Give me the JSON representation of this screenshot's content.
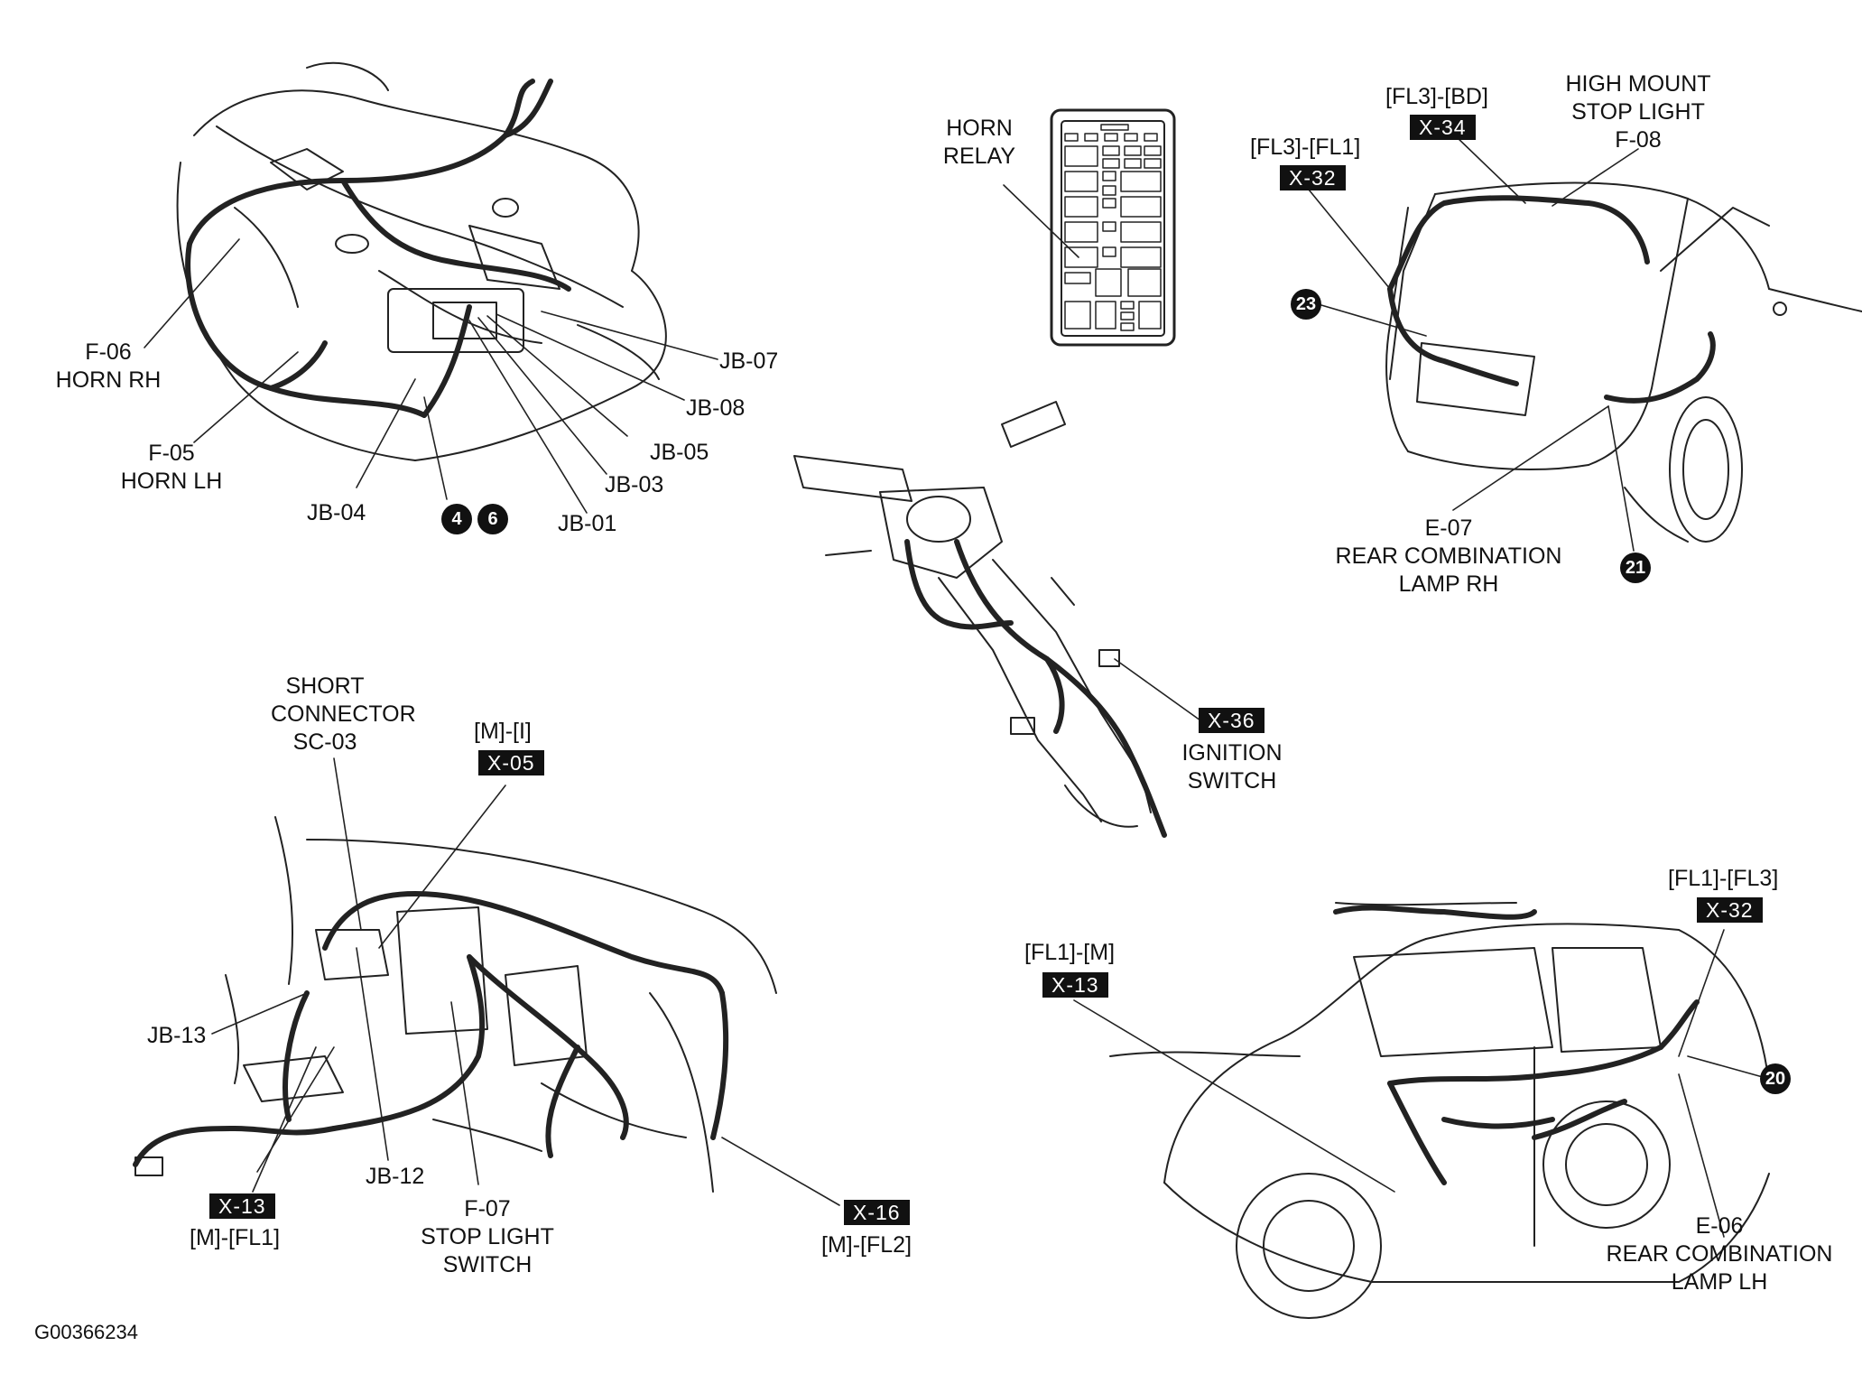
{
  "views": {
    "engine_bay": {
      "labels": {
        "f06": [
          "F-06",
          "HORN RH"
        ],
        "f05": [
          "F-05",
          "HORN LH"
        ],
        "jb04": "JB-04",
        "jb01": "JB-01",
        "jb03": "JB-03",
        "jb05": "JB-05",
        "jb08": "JB-08",
        "jb07": "JB-07"
      },
      "markers": [
        "4",
        "6"
      ]
    },
    "fuse_box": {
      "label": [
        "HORN",
        "RELAY"
      ]
    },
    "rear_gate": {
      "labels": {
        "fl3_fl1": "[FL3]-[FL1]",
        "fl3_bd": "[FL3]-[BD]",
        "high_mount": [
          "HIGH MOUNT",
          "STOP LIGHT",
          "F-08"
        ],
        "e07": [
          "E-07",
          "REAR COMBINATION",
          "LAMP RH"
        ]
      },
      "tags": {
        "x32": "X-32",
        "x34": "X-34"
      },
      "markers": {
        "m23": "23",
        "m21": "21"
      }
    },
    "steering_column": {
      "tag": "X-36",
      "label": [
        "IGNITION",
        "SWITCH"
      ]
    },
    "dashboard": {
      "labels": {
        "short_connector": [
          "SHORT",
          "CONNECTOR",
          "SC-03"
        ],
        "m_i": "[M]-[I]",
        "jb13": "JB-13",
        "jb12": "JB-12",
        "m_fl1": "[M]-[FL1]",
        "f07": [
          "F-07",
          "STOP LIGHT",
          "SWITCH"
        ],
        "m_fl2": "[M]-[FL2]"
      },
      "tags": {
        "x05": "X-05",
        "x13": "X-13",
        "x16": "X-16"
      }
    },
    "vehicle_side": {
      "labels": {
        "fl1_m": "[FL1]-[M]",
        "fl1_fl3": "[FL1]-[FL3]",
        "e06": [
          "E-06",
          "REAR COMBINATION",
          "LAMP LH"
        ]
      },
      "tags": {
        "x13": "X-13",
        "x32": "X-32"
      },
      "markers": {
        "m20": "20"
      }
    }
  },
  "figure_code": "G00366234"
}
